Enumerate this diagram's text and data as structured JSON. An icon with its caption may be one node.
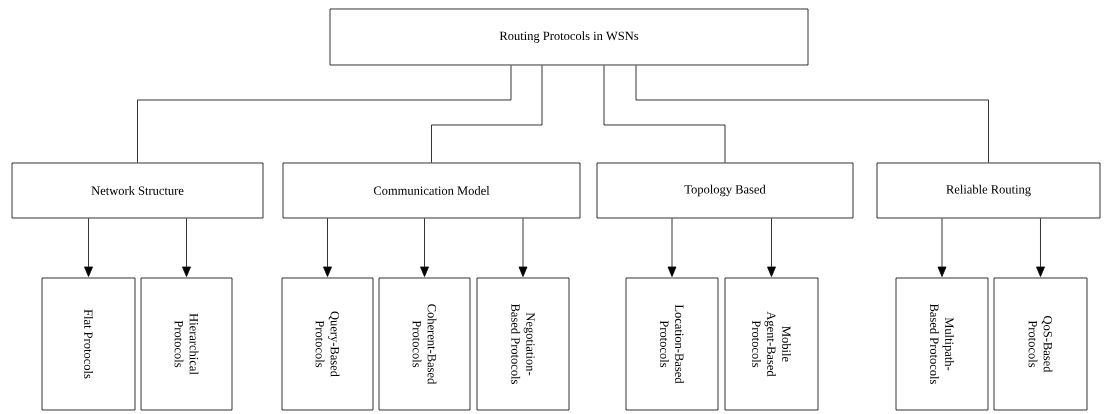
{
  "diagram": {
    "nodes": [
      {
        "text": [
          "Routing Protocols in WSNs"
        ]
      },
      {
        "text": [
          "Network Structure"
        ]
      },
      {
        "text": [
          "Communication Model"
        ]
      },
      {
        "text": [
          "Topology Based"
        ]
      },
      {
        "text": [
          "Reliable Routing"
        ]
      },
      {
        "text": [
          "Flat Protocols"
        ]
      },
      {
        "text": [
          "Hierarchical Protocols"
        ]
      },
      {
        "text": [
          "Query-Based Protocols"
        ]
      },
      {
        "text": [
          "Coherent-Based Protocols"
        ]
      },
      {
        "text": [
          "Negotiation-Based Protocols"
        ]
      },
      {
        "text": [
          "Location-Based Protocols"
        ]
      },
      {
        "text": [
          "Mobile Agent-Based Protocols"
        ]
      },
      {
        "text": [
          "Multipath-Based Protocols"
        ]
      },
      {
        "text": [
          "QoS-Based Protocols"
        ]
      }
    ],
    "edges": [
      {
        "from": 0,
        "to": 1,
        "arrow": "none"
      },
      {
        "from": 0,
        "to": 2,
        "arrow": "none"
      },
      {
        "from": 0,
        "to": 3,
        "arrow": "none"
      },
      {
        "from": 0,
        "to": 4,
        "arrow": "none"
      },
      {
        "from": 1,
        "to": 5,
        "arrow": "to"
      },
      {
        "from": 1,
        "to": 6,
        "arrow": "to"
      },
      {
        "from": 2,
        "to": 7,
        "arrow": "to"
      },
      {
        "from": 2,
        "to": 8,
        "arrow": "to"
      },
      {
        "from": 2,
        "to": 9,
        "arrow": "to"
      },
      {
        "from": 3,
        "to": 10,
        "arrow": "to"
      },
      {
        "from": 3,
        "to": 11,
        "arrow": "to"
      },
      {
        "from": 4,
        "to": 12,
        "arrow": "to"
      },
      {
        "from": 4,
        "to": 13,
        "arrow": "to"
      }
    ]
  }
}
